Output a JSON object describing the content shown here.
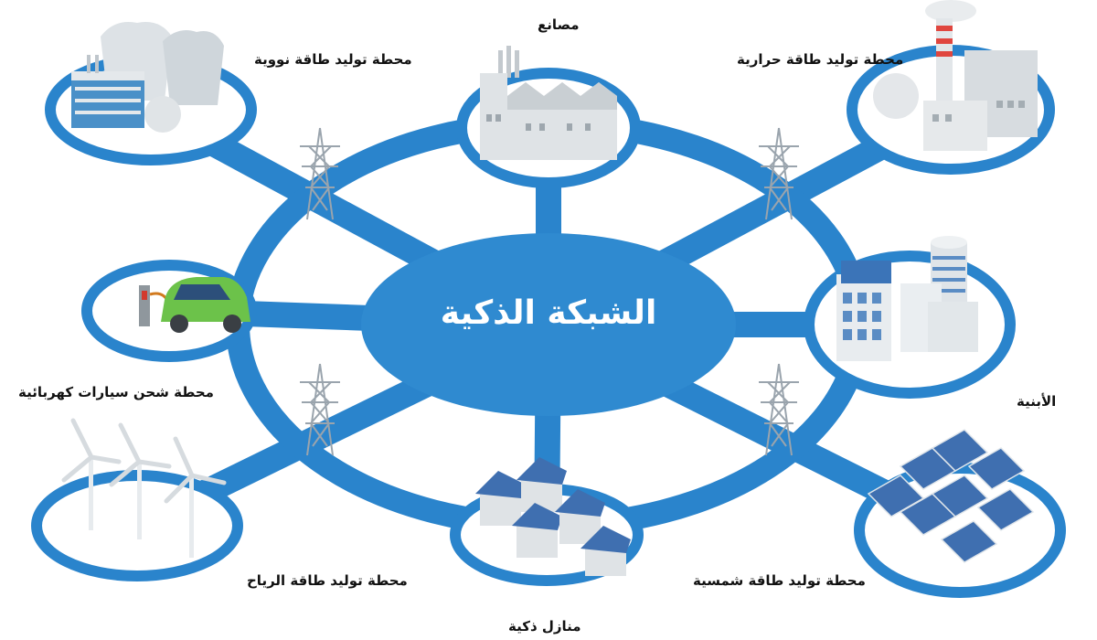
{
  "diagram": {
    "center_label": "الشبكة الذكية",
    "nodes": {
      "nuclear": "محطة توليد طاقة نووية",
      "factories": "مصانع",
      "thermal": "محطة توليد طاقة حرارية",
      "ev_charging": "محطة شحن سيارات كهربائية",
      "buildings": "الأبنية",
      "wind": "محطة توليد طاقة الرياح",
      "smart_homes": "منازل ذكية",
      "solar": "محطة توليد طاقة شمسية"
    },
    "colors": {
      "ring": "#2a84cc",
      "hub": "#2f8ad0",
      "node_fill": "#ffffff",
      "accent_green": "#6cc24a"
    }
  }
}
